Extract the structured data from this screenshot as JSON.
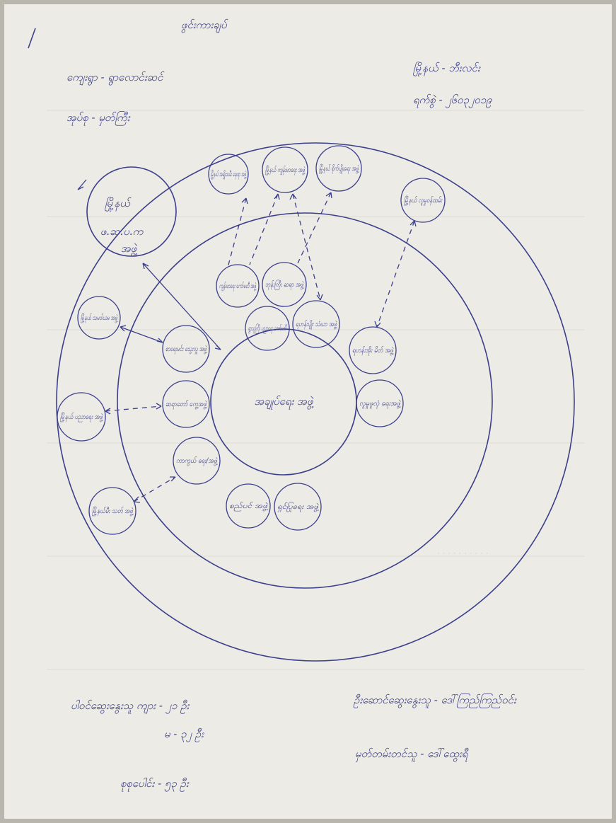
{
  "header": {
    "title": "ဖွင်းကားချပ်",
    "village_label": "ကျေးရွာ - ရွာလောင်းဆင်",
    "group_label": "အုပ်စု - မှတ်ကြီး",
    "township_label": "မြို့နယ် - ဘီးလင်း",
    "date_label": "ရက်စွဲ - ၂၆၀၃၂၀၁၉"
  },
  "diagram": {
    "center": "အချုပ်ရေး အဖွဲ့",
    "inner_ring": [
      "ကျန်းမာရေး ကော်မတီ အဖွဲ့",
      "ဘုန်းကြီး ဆရာ အဖွဲ့",
      "ရွာသူကြီး ပညာရေး ကော်မတီ",
      "ရဟန်းပျိုး သံဃာ အဖွဲ့",
      "စာရေးမင်း သွေးလှူ အဖွဲ့",
      "ဆရာတော် ကွေ့အဖွဲ့",
      "ကာကွယ် ရေး/အဖွဲ့",
      "စည်ပင် အဖွဲ့",
      "ရှင်ပြုရေး အဖွဲ့",
      "ရဟန်းအိုး မိတ် အဖွဲ့",
      "လူမှုဖူလုံ ရေးအဖွဲ့"
    ],
    "outer_ring": [
      "မြို့နယ် အမျိုးသမီး ရေးရာ အဖွဲ့",
      "မြို့နယ် ကျန်းမာရေး အဖွဲ့",
      "မြို့နယ် စိုက်ပျိုးရေး အဖွဲ့",
      "မြို့နယ် လူမှုဝန်ထမ်း",
      "မြို့နယ် သမဝါယမ အဖွဲ့",
      "မြို့နယ် ပညာရေး အဖွဲ့",
      "မြို့နယ်မီး သတ် အဖွဲ့"
    ],
    "external": {
      "label_top": "မြို့နယ်",
      "label_mid": "ဖ.ဆ.ပ.က",
      "label_bot": "အဖွဲ့"
    }
  },
  "footer": {
    "participants_label": "ပါဝင်ဆွေးနွေးသူ ကျား - ၂၁ ဦး",
    "female_label": "မ - ၃၂ ဦး",
    "total_label": "စုစုပေါင်း - ၅၃ ဦး",
    "facilitator_label": "ဦးဆောင်ဆွေးနွေးသူ - ဒေါ်ကြည်ကြည်ဝင်း",
    "recorder_label": "မှတ်တမ်းတင်သူ - ဒေါ်ထွေးရီ"
  }
}
